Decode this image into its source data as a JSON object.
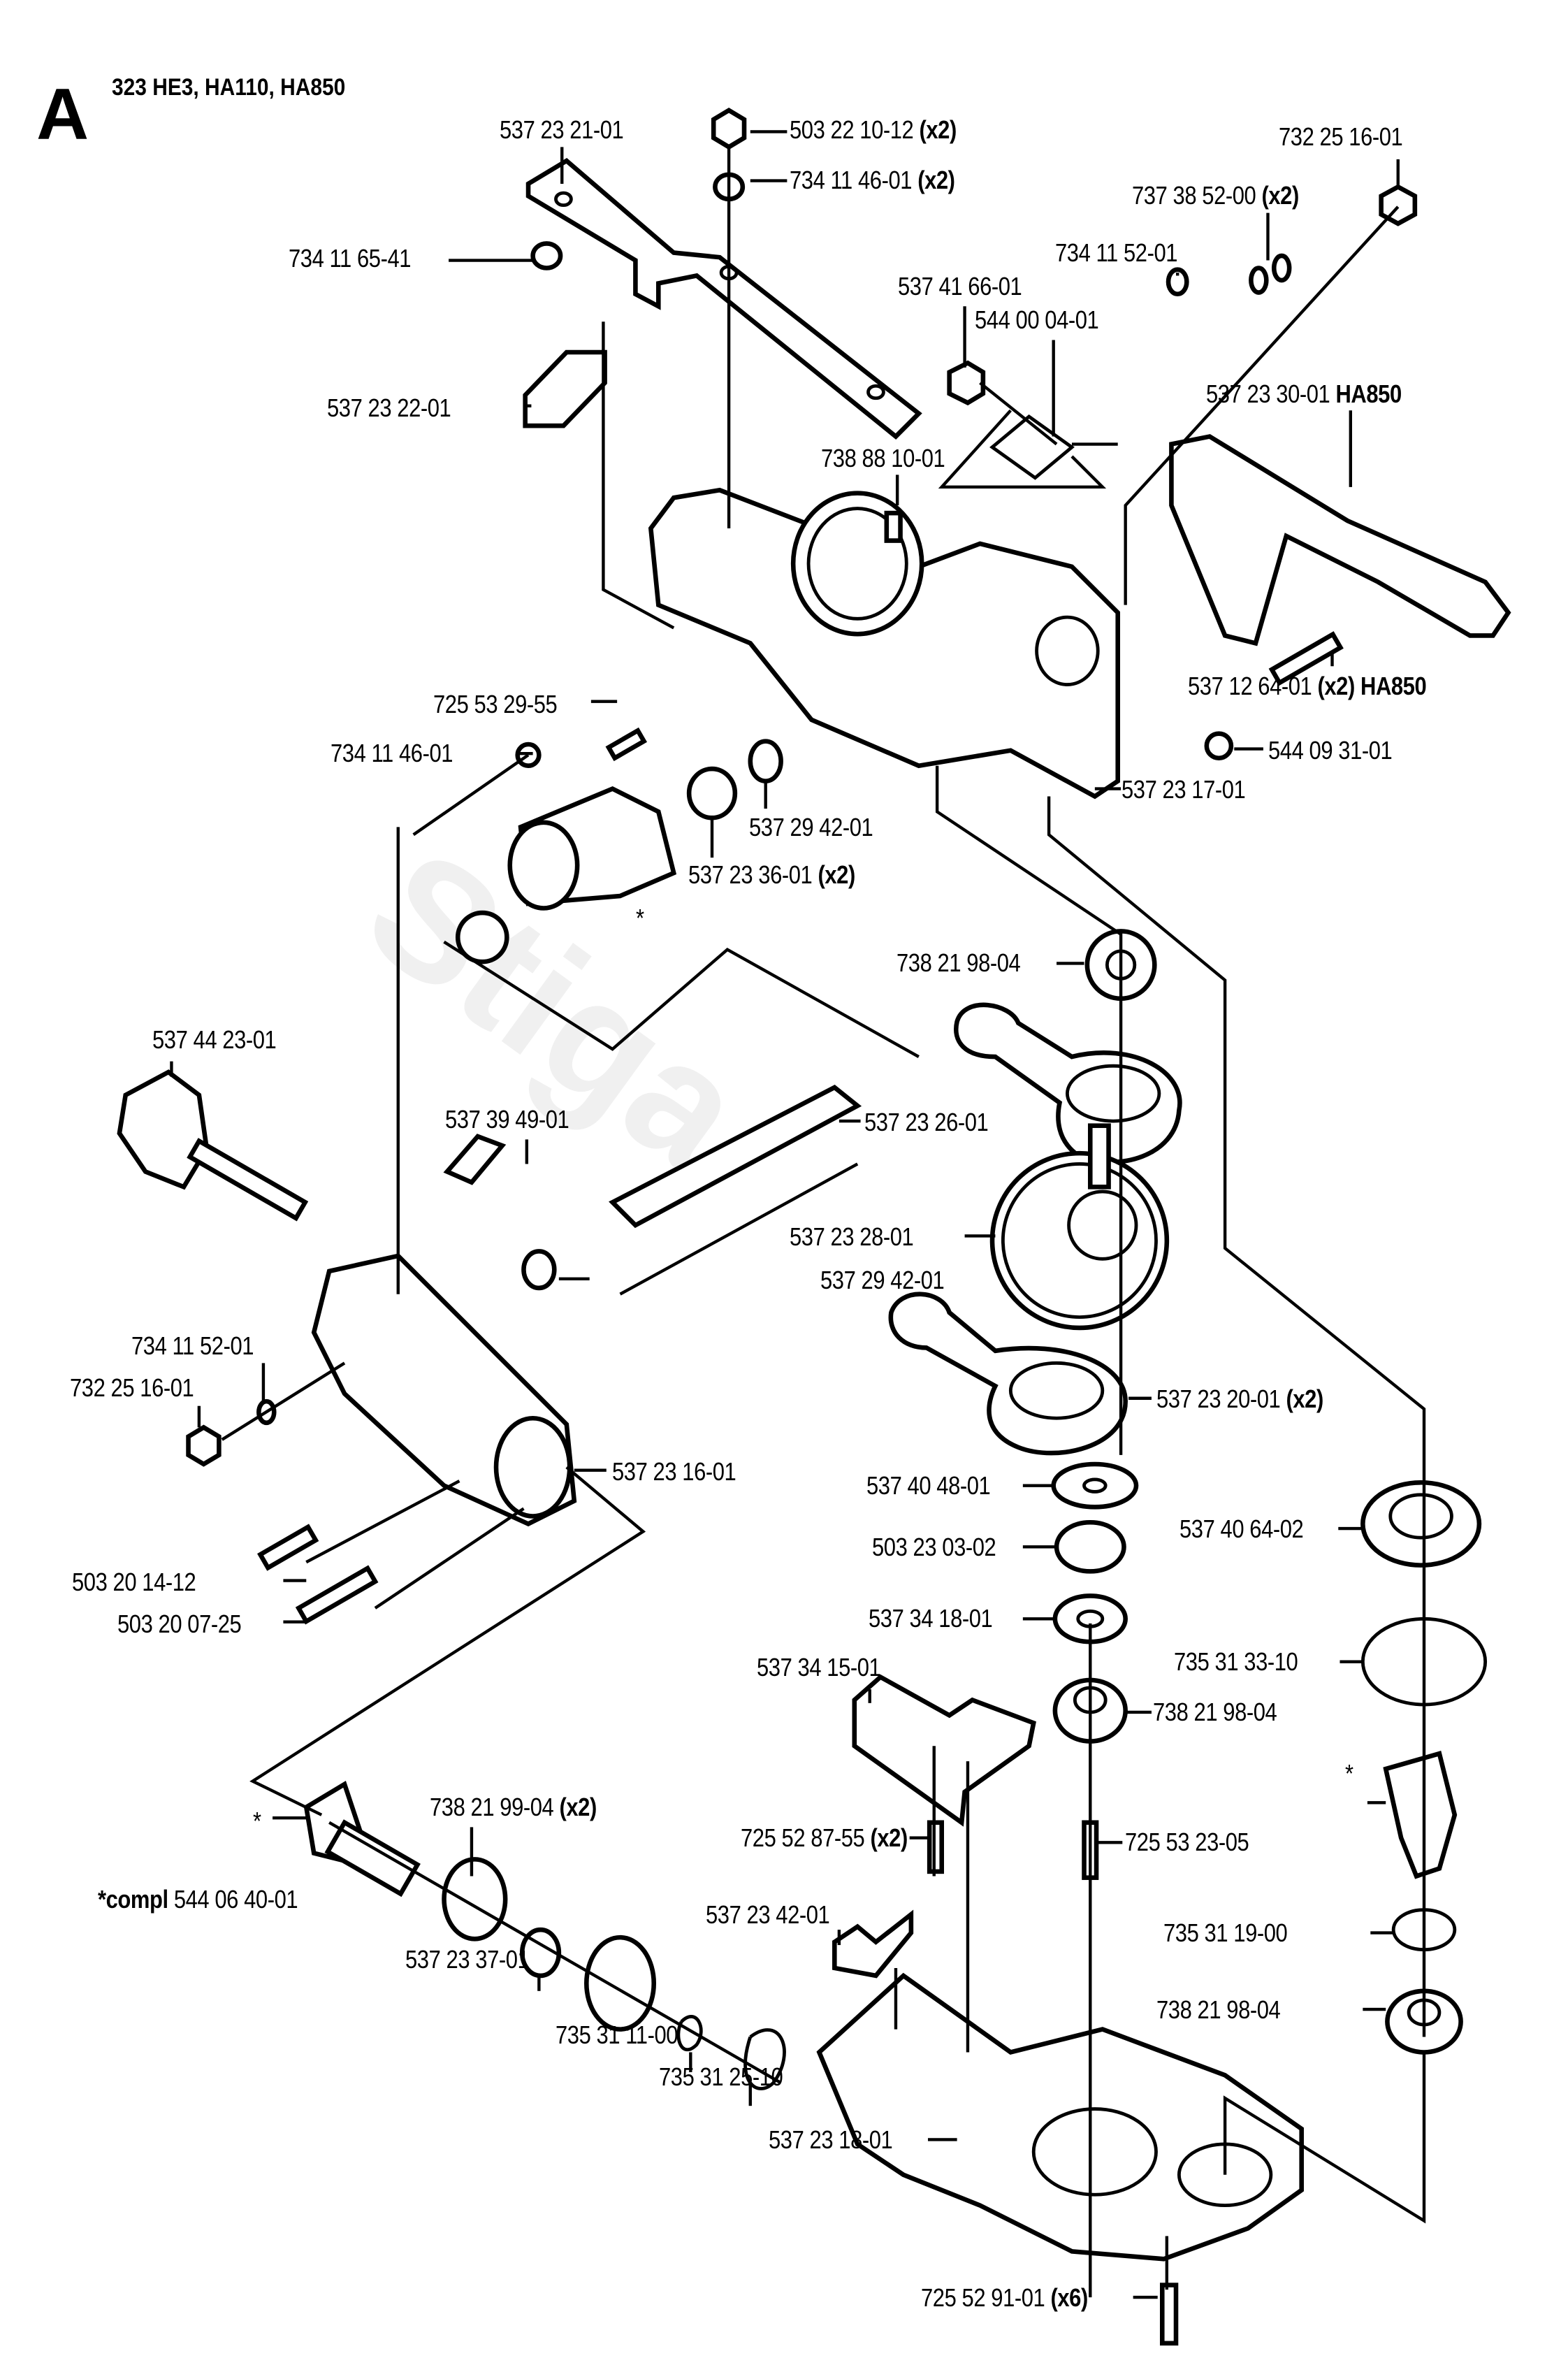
{
  "header": {
    "section_letter": "A",
    "models": "323 HE3, HA110, HA850"
  },
  "watermark": "Stiga",
  "parts": [
    {
      "id": "p1",
      "number": "537 23 21-01",
      "qty": "",
      "note": ""
    },
    {
      "id": "p2",
      "number": "503 22 10-12",
      "qty": "(x2)",
      "note": ""
    },
    {
      "id": "p3",
      "number": "734 11 46-01",
      "qty": "(x2)",
      "note": ""
    },
    {
      "id": "p4",
      "number": "732 25 16-01",
      "qty": "",
      "note": ""
    },
    {
      "id": "p5",
      "number": "737 38 52-00",
      "qty": "(x2)",
      "note": ""
    },
    {
      "id": "p6",
      "number": "734 11 65-41",
      "qty": "",
      "note": ""
    },
    {
      "id": "p7",
      "number": "734 11 52-01",
      "qty": "",
      "note": ""
    },
    {
      "id": "p8",
      "number": "537 41 66-01",
      "qty": "",
      "note": ""
    },
    {
      "id": "p9",
      "number": "544 00 04-01",
      "qty": "",
      "note": ""
    },
    {
      "id": "p10",
      "number": "537 23 22-01",
      "qty": "",
      "note": ""
    },
    {
      "id": "p11",
      "number": "537 23 30-01",
      "qty": "",
      "note": "HA850"
    },
    {
      "id": "p12",
      "number": "738 88 10-01",
      "qty": "",
      "note": ""
    },
    {
      "id": "p13",
      "number": "537 12 64-01",
      "qty": "(x2)",
      "note": "HA850"
    },
    {
      "id": "p14",
      "number": "725 53 29-55",
      "qty": "",
      "note": ""
    },
    {
      "id": "p15",
      "number": "544 09 31-01",
      "qty": "",
      "note": ""
    },
    {
      "id": "p16",
      "number": "734 11 46-01",
      "qty": "",
      "note": ""
    },
    {
      "id": "p17",
      "number": "537 23 17-01",
      "qty": "",
      "note": ""
    },
    {
      "id": "p18",
      "number": "537 29 42-01",
      "qty": "",
      "note": ""
    },
    {
      "id": "p19",
      "number": "537 23 36-01",
      "qty": "(x2)",
      "note": ""
    },
    {
      "id": "p20",
      "number": "738 21 98-04",
      "qty": "",
      "note": ""
    },
    {
      "id": "p21",
      "number": "537 44 23-01",
      "qty": "",
      "note": ""
    },
    {
      "id": "p22",
      "number": "537 39 49-01",
      "qty": "",
      "note": ""
    },
    {
      "id": "p23",
      "number": "537 23 26-01",
      "qty": "",
      "note": ""
    },
    {
      "id": "p24",
      "number": "537 23 28-01",
      "qty": "",
      "note": ""
    },
    {
      "id": "p25",
      "number": "537 29 42-01",
      "qty": "",
      "note": ""
    },
    {
      "id": "p26",
      "number": "734 11 52-01",
      "qty": "",
      "note": ""
    },
    {
      "id": "p27",
      "number": "732 25 16-01",
      "qty": "",
      "note": ""
    },
    {
      "id": "p28",
      "number": "537 23 20-01",
      "qty": "(x2)",
      "note": ""
    },
    {
      "id": "p29",
      "number": "537 23 16-01",
      "qty": "",
      "note": ""
    },
    {
      "id": "p30",
      "number": "537 40 48-01",
      "qty": "",
      "note": ""
    },
    {
      "id": "p31",
      "number": "537 40 64-02",
      "qty": "",
      "note": ""
    },
    {
      "id": "p32",
      "number": "503 23 03-02",
      "qty": "",
      "note": ""
    },
    {
      "id": "p33",
      "number": "503 20 14-12",
      "qty": "",
      "note": ""
    },
    {
      "id": "p34",
      "number": "503 20 07-25",
      "qty": "",
      "note": ""
    },
    {
      "id": "p35",
      "number": "537 34 18-01",
      "qty": "",
      "note": ""
    },
    {
      "id": "p36",
      "number": "537 34 15-01",
      "qty": "",
      "note": ""
    },
    {
      "id": "p37",
      "number": "735 31 33-10",
      "qty": "",
      "note": ""
    },
    {
      "id": "p38",
      "number": "738 21 98-04",
      "qty": "",
      "note": ""
    },
    {
      "id": "p39",
      "number": "738 21 99-04",
      "qty": "(x2)",
      "note": ""
    },
    {
      "id": "p40",
      "number": "725 52 87-55",
      "qty": "(x2)",
      "note": ""
    },
    {
      "id": "p41",
      "number": "725 53 23-05",
      "qty": "",
      "note": ""
    },
    {
      "id": "p42",
      "number": "544 06 40-01",
      "qty": "",
      "note": "",
      "prefix": "*compl"
    },
    {
      "id": "p43",
      "number": "537 23 42-01",
      "qty": "",
      "note": ""
    },
    {
      "id": "p44",
      "number": "735 31 19-00",
      "qty": "",
      "note": ""
    },
    {
      "id": "p45",
      "number": "537 23 37-01",
      "qty": "",
      "note": ""
    },
    {
      "id": "p46",
      "number": "738 21 98-04",
      "qty": "",
      "note": ""
    },
    {
      "id": "p47",
      "number": "735 31 11-00",
      "qty": "",
      "note": ""
    },
    {
      "id": "p48",
      "number": "735 31 25-10",
      "qty": "",
      "note": ""
    },
    {
      "id": "p49",
      "number": "537 23 18-01",
      "qty": "",
      "note": ""
    },
    {
      "id": "p50",
      "number": "725 52 91-01",
      "qty": "(x6)",
      "note": ""
    }
  ],
  "asterisk_marks": [
    "*",
    "*",
    "*"
  ]
}
